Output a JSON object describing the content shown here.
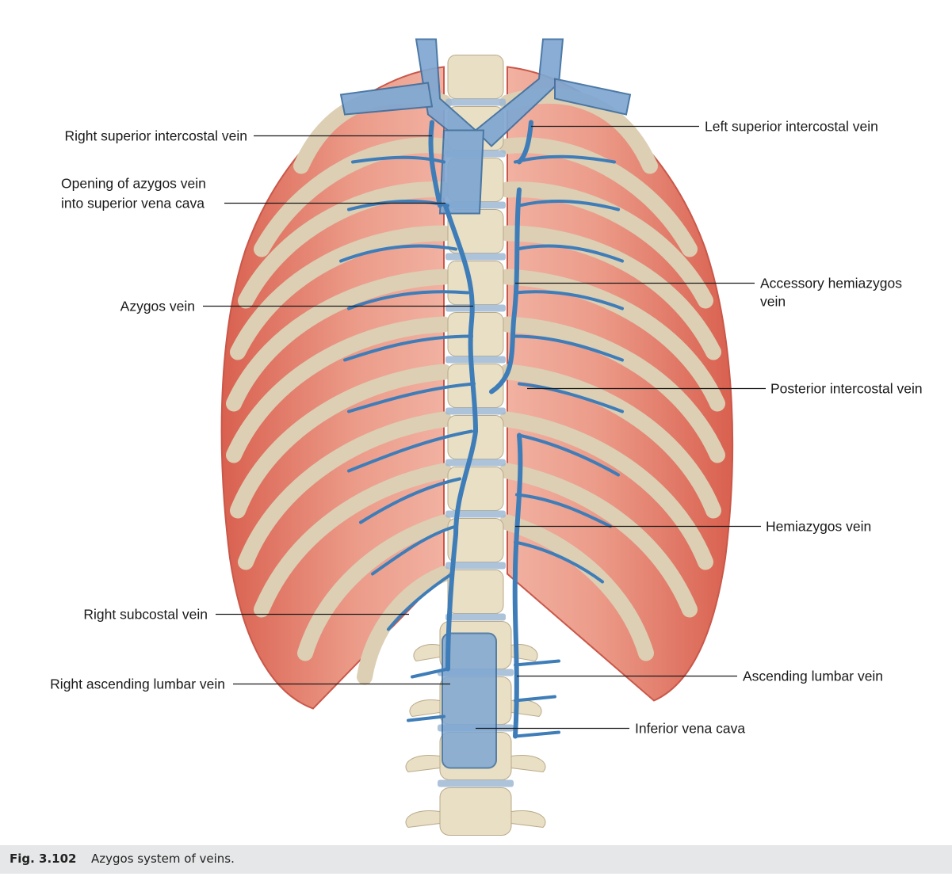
{
  "labels": {
    "right_superior_intercostal_vein": "Right superior intercostal vein",
    "opening_line1": "Opening of azygos vein",
    "opening_line2": "into superior vena cava",
    "azygos_vein": "Azygos vein",
    "right_subcostal_vein": "Right subcostal vein",
    "right_ascending_lumbar_vein": "Right ascending lumbar vein",
    "left_superior_intercostal_vein": "Left superior intercostal vein",
    "accessory_line1": "Accessory hemiazygos",
    "accessory_line2": "vein",
    "posterior_intercostal_vein": "Posterior intercostal vein",
    "hemiazygos_vein": "Hemiazygos vein",
    "ascending_lumbar_vein": "Ascending lumbar vein",
    "inferior_vena_cava": "Inferior vena cava"
  },
  "caption": {
    "figure_number": "Fig. 3.102",
    "text": "Azygos system of veins."
  },
  "colors": {
    "muscle": "#e88a78",
    "rib": "#dccfb4",
    "vertebra": "#e9dfc4",
    "vein": "#3e7db8",
    "vena_cava": "#7fa7d2",
    "caption_bg": "#e6e7e8"
  }
}
